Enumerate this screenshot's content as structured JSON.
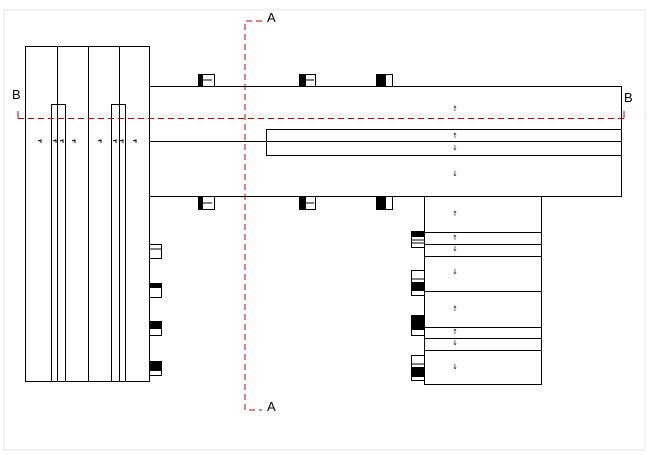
{
  "section_labels": {
    "a_top": "A",
    "a_bottom": "A",
    "b_left": "B",
    "b_right": "B"
  },
  "colors": {
    "outline": "#000000",
    "section_line": "#c00000",
    "frame": "#e6e6e6"
  }
}
